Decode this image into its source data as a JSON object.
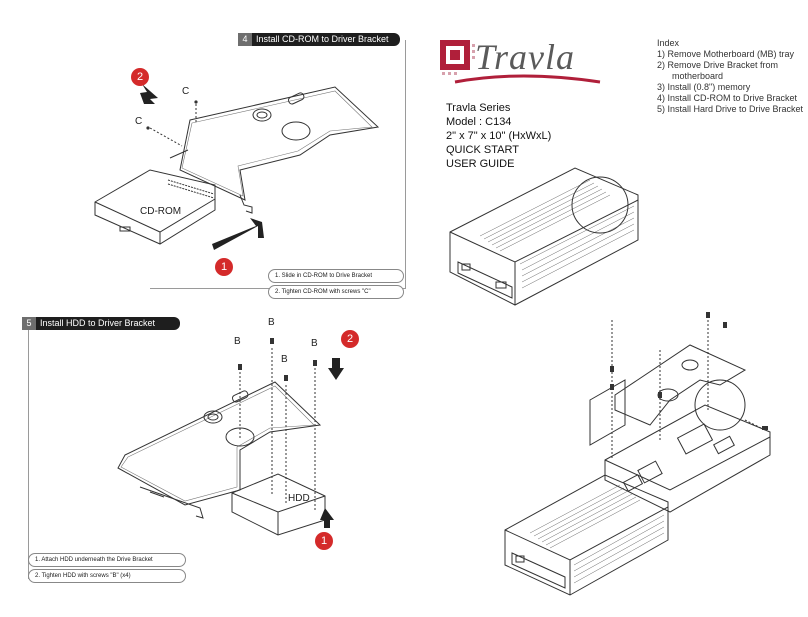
{
  "step4": {
    "number": "4",
    "title": "Install CD-ROM to Driver Bracket",
    "instructions": [
      "1.  Slide in CD-ROM to Drive Bracket",
      "2. Tighten CD-ROM with screws \"C\""
    ],
    "cdrom_label": "CD-ROM",
    "screw_labels": [
      "C",
      "C"
    ],
    "callouts": [
      "2",
      "1"
    ]
  },
  "step5": {
    "number": "5",
    "title": "Install HDD to Driver Bracket",
    "instructions": [
      "1. Attach HDD underneath the Drive Bracket",
      "2. Tighten HDD with screws \"B\" (x4)"
    ],
    "hdd_label": "HDD",
    "screw_labels": [
      "B",
      "B",
      "B",
      "B"
    ],
    "callouts": [
      "2",
      "1"
    ]
  },
  "brand": {
    "logo_text": "Travla",
    "colors": {
      "logo_red": "#b01f3a",
      "logo_gray": "#5a5a5a",
      "callout_red": "#d42a2a"
    }
  },
  "product": {
    "lines": [
      "Travla Series",
      "Model : C134",
      "2\" x 7\" x 10\" (HxWxL)",
      "QUICK START",
      "USER GUIDE"
    ]
  },
  "index": {
    "heading": "Index",
    "items": [
      "1) Remove Motherboard (MB) tray",
      "2) Remove Drive Bracket from",
      "motherboard",
      "3) Install (0.8\") memory",
      "4) Install CD-ROM to Drive Bracket",
      "5) Install Hard Drive to Drive Bracket"
    ]
  }
}
